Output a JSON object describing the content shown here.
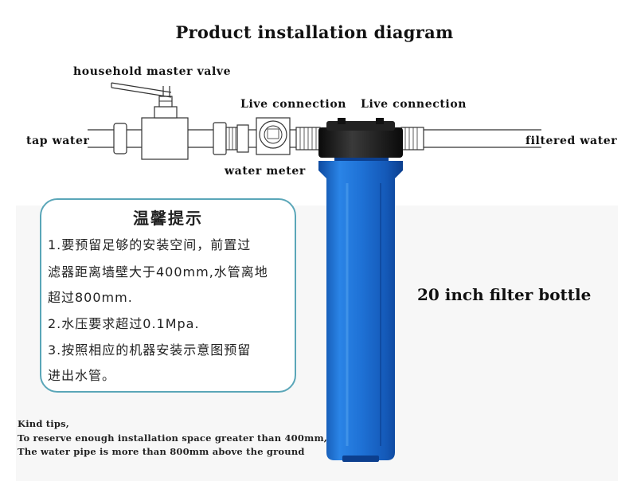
{
  "title": "Product installation diagram",
  "labels": {
    "master_valve": "household master valve",
    "live_connection_left": "Live connection",
    "live_connection_right": "Live connection",
    "tap_water": "tap water",
    "filtered_water": "filtered water",
    "water_meter": "water meter",
    "filter_bottle": "20 inch filter bottle"
  },
  "tips_cn": {
    "heading": "温馨提示",
    "lines": [
      "1.要预留足够的安装空间，前置过",
      "滤器距离墙壁大于400mm,水管离地",
      "超过800mm.",
      "2.水压要求超过0.1Mpa.",
      "3.按照相应的机器安装示意图预留",
      "进出水管。"
    ]
  },
  "tips_en": [
    "Kind tips,",
    "To reserve enough installation space greater than 400mm,",
    "The water pipe is more than 800mm above the ground"
  ],
  "colors": {
    "bottle_blue": "#1e6fd0",
    "bottle_dark": "#0f4fa8",
    "cap_black": "#1a1a1a",
    "tips_border": "#5aa6b8",
    "pipe_stroke": "#333333"
  }
}
